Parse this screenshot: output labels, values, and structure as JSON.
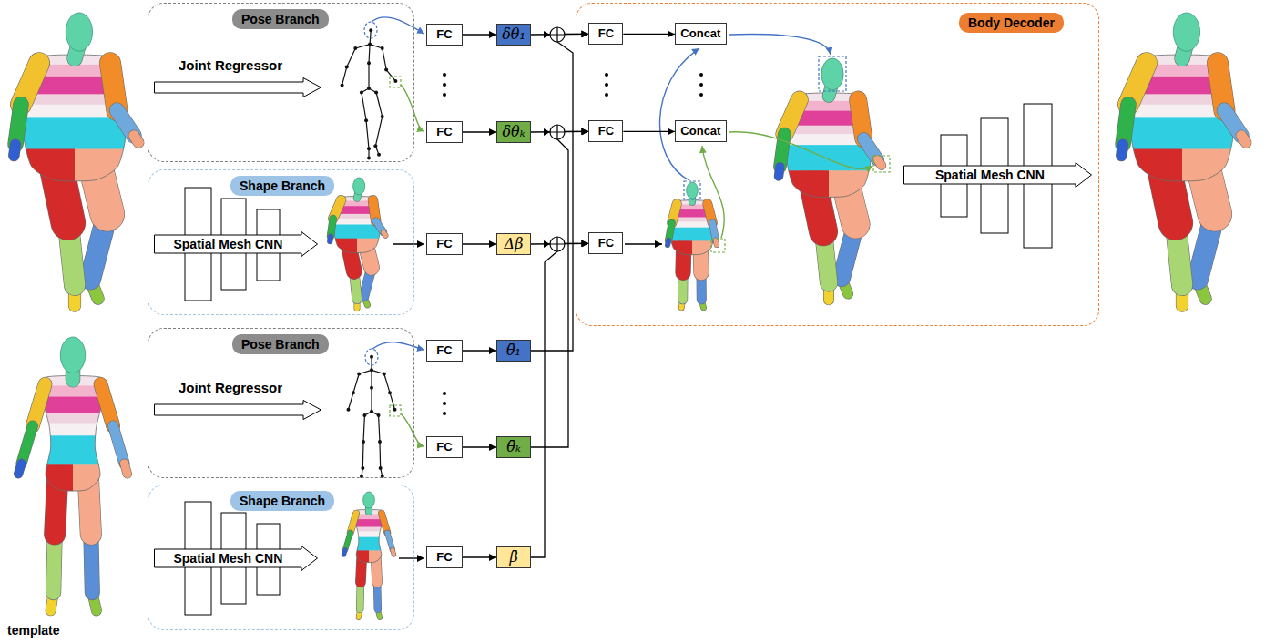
{
  "diagram": {
    "nodes": [
      {
        "text": [
          "Pose Branch"
        ]
      },
      {
        "text": [
          "Joint Regressor"
        ],
        "in": 0
      },
      {
        "text": [
          "FC"
        ]
      },
      {
        "text": [
          "δθ₁"
        ]
      },
      {
        "text": [
          "FC"
        ]
      },
      {
        "text": [
          "δθₖ"
        ]
      },
      {
        "text": [
          "Body Decoder"
        ]
      },
      {
        "text": [
          "FC"
        ],
        "in": 6
      },
      {
        "text": [
          "Concat"
        ],
        "in": 6
      },
      {
        "text": [
          "FC"
        ],
        "in": 6
      },
      {
        "text": [
          "Concat"
        ],
        "in": 6
      },
      {
        "text": [
          "FC"
        ],
        "in": 6
      },
      {
        "text": [
          "Spatial Mesh CNN"
        ],
        "in": 6
      },
      {
        "text": [
          "Shape Branch"
        ]
      },
      {
        "text": [
          "Spatial Mesh CNN"
        ],
        "in": 13
      },
      {
        "text": [
          "FC"
        ]
      },
      {
        "text": [
          "Δβ"
        ]
      },
      {
        "text": [
          "Pose Branch"
        ]
      },
      {
        "text": [
          "Joint Regressor"
        ],
        "in": 17
      },
      {
        "text": [
          "FC"
        ]
      },
      {
        "text": [
          "θ̄₁"
        ]
      },
      {
        "text": [
          "FC"
        ]
      },
      {
        "text": [
          "θ̄ₖ"
        ]
      },
      {
        "text": [
          "Shape Branch"
        ]
      },
      {
        "text": [
          "Spatial Mesh CNN"
        ],
        "in": 23
      },
      {
        "text": [
          "FC"
        ]
      },
      {
        "text": [
          "β̄"
        ]
      }
    ],
    "edges": [
      {
        "from": 2,
        "to": 3,
        "arrow": "to"
      },
      {
        "from": 4,
        "to": 5,
        "arrow": "to"
      },
      {
        "from": 3,
        "to": 7,
        "arrow": "to"
      },
      {
        "from": 5,
        "to": 9,
        "arrow": "to"
      },
      {
        "from": 7,
        "to": 8,
        "arrow": "to"
      },
      {
        "from": 9,
        "to": 10,
        "arrow": "to"
      },
      {
        "from": 15,
        "to": 16,
        "arrow": "to"
      },
      {
        "from": 16,
        "to": 11,
        "arrow": "to"
      },
      {
        "from": 19,
        "to": 20,
        "arrow": "to"
      },
      {
        "from": 21,
        "to": 22,
        "arrow": "to"
      },
      {
        "from": 20,
        "to": 7,
        "arrow": "to"
      },
      {
        "from": 22,
        "to": 9,
        "arrow": "to"
      },
      {
        "from": 25,
        "to": 26,
        "arrow": "to"
      },
      {
        "from": 26,
        "to": 11,
        "arrow": "to"
      }
    ],
    "labels": [
      "template"
    ]
  }
}
